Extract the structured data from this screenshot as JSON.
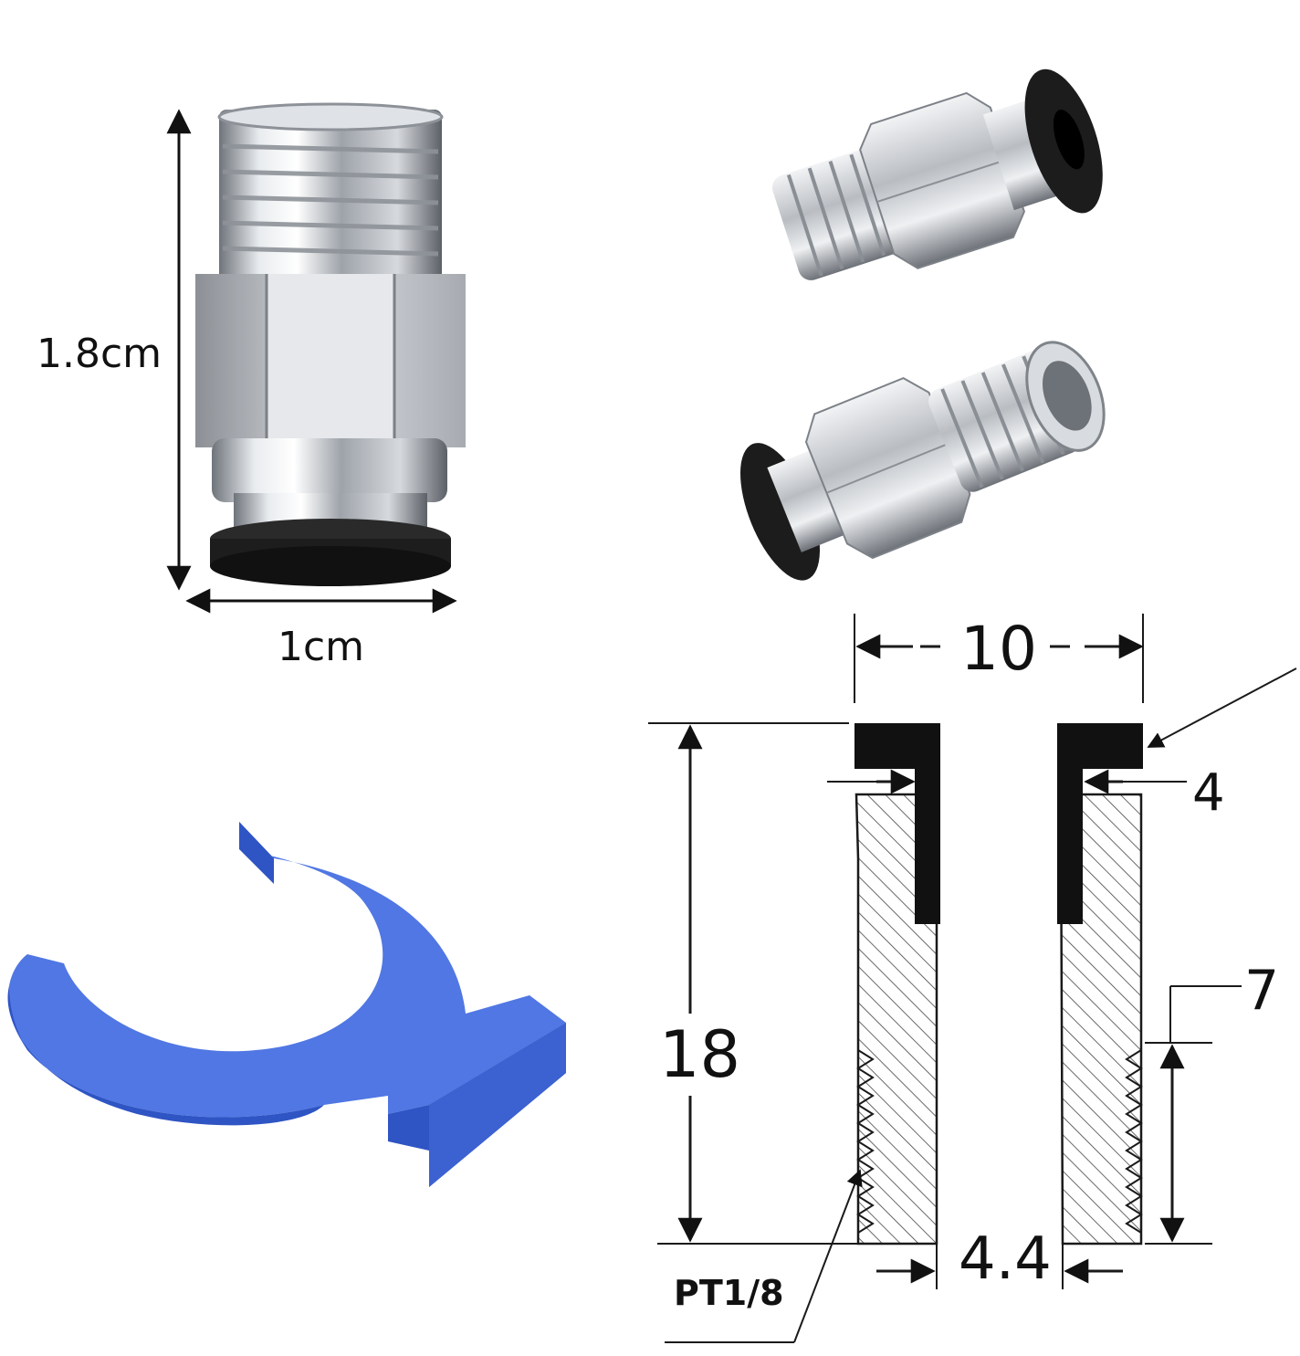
{
  "photo_dimensions": {
    "height_label": "1.8cm",
    "width_label": "1cm"
  },
  "drawing_dimensions": {
    "outer_width": "10",
    "collar_height": "4",
    "thread_length": "7",
    "total_height": "18",
    "bore_diameter": "4.4",
    "thread_spec": "PT1/8"
  },
  "colors": {
    "clip_blue": "#3f66d4",
    "collar_black": "#111111",
    "metal_silver": "#c8cbd0",
    "line_color": "#1a1a1a"
  },
  "icons": {
    "fitting_photo": "pneumatic-fitting",
    "clip_photo": "collet-clip",
    "cross_section": "technical-drawing"
  }
}
